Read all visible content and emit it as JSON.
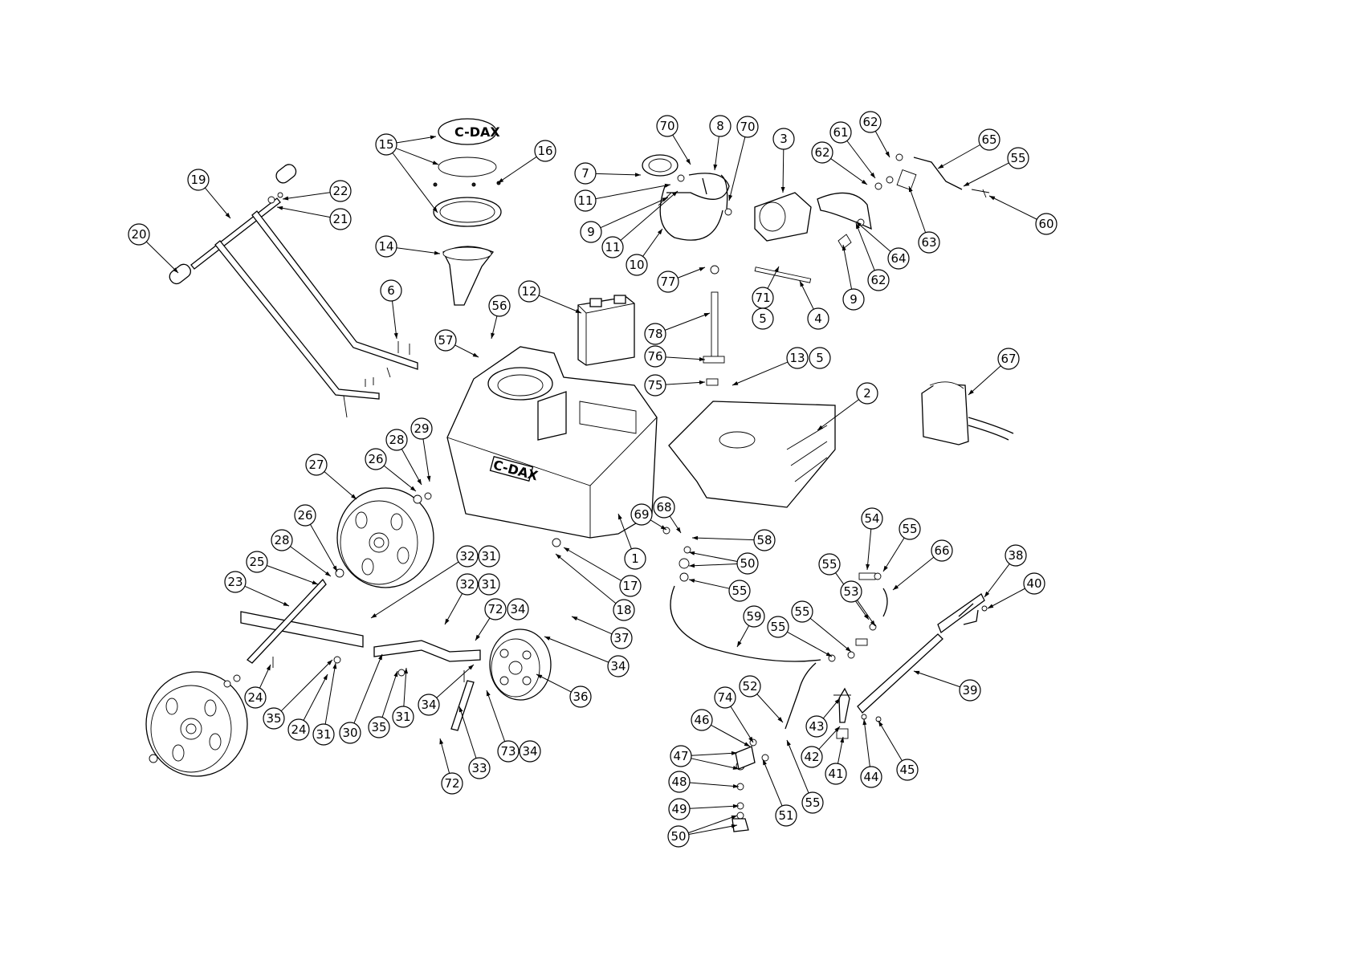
{
  "brand_label": "C-DAX",
  "callout_style": {
    "line_color": "#000000",
    "circle_fill": "#ffffff",
    "text_color": "#000000"
  },
  "callouts": [
    {
      "id": "c15a",
      "label": "15"
    },
    {
      "id": "c16",
      "label": "16"
    },
    {
      "id": "c19",
      "label": "19"
    },
    {
      "id": "c22",
      "label": "22"
    },
    {
      "id": "c21",
      "label": "21"
    },
    {
      "id": "c20",
      "label": "20"
    },
    {
      "id": "c14",
      "label": "14"
    },
    {
      "id": "c6",
      "label": "6"
    },
    {
      "id": "c12",
      "label": "12"
    },
    {
      "id": "c56",
      "label": "56"
    },
    {
      "id": "c57",
      "label": "57"
    },
    {
      "id": "c70a",
      "label": "70"
    },
    {
      "id": "c8",
      "label": "8"
    },
    {
      "id": "c70b",
      "label": "70"
    },
    {
      "id": "c3",
      "label": "3"
    },
    {
      "id": "c7",
      "label": "7"
    },
    {
      "id": "c11a",
      "label": "11"
    },
    {
      "id": "c9a",
      "label": "9"
    },
    {
      "id": "c11b",
      "label": "11"
    },
    {
      "id": "c10",
      "label": "10"
    },
    {
      "id": "c77",
      "label": "77"
    },
    {
      "id": "c78",
      "label": "78"
    },
    {
      "id": "c76",
      "label": "76"
    },
    {
      "id": "c75",
      "label": "75"
    },
    {
      "id": "c71",
      "label": "71"
    },
    {
      "id": "c5a",
      "label": "5"
    },
    {
      "id": "c4",
      "label": "4"
    },
    {
      "id": "c13",
      "label": "13"
    },
    {
      "id": "c5b",
      "label": "5"
    },
    {
      "id": "c2",
      "label": "2"
    },
    {
      "id": "c62a",
      "label": "62"
    },
    {
      "id": "c61",
      "label": "61"
    },
    {
      "id": "c62b",
      "label": "62"
    },
    {
      "id": "c65",
      "label": "65"
    },
    {
      "id": "c55a",
      "label": "55"
    },
    {
      "id": "c60",
      "label": "60"
    },
    {
      "id": "c63",
      "label": "63"
    },
    {
      "id": "c64",
      "label": "64"
    },
    {
      "id": "c62c",
      "label": "62"
    },
    {
      "id": "c9b",
      "label": "9"
    },
    {
      "id": "c67",
      "label": "67"
    },
    {
      "id": "c27",
      "label": "27"
    },
    {
      "id": "c26a",
      "label": "26"
    },
    {
      "id": "c28a",
      "label": "28"
    },
    {
      "id": "c29",
      "label": "29"
    },
    {
      "id": "c26b",
      "label": "26"
    },
    {
      "id": "c28b",
      "label": "28"
    },
    {
      "id": "c25",
      "label": "25"
    },
    {
      "id": "c23",
      "label": "23"
    },
    {
      "id": "c24a",
      "label": "24"
    },
    {
      "id": "c35a",
      "label": "35"
    },
    {
      "id": "c24b",
      "label": "24"
    },
    {
      "id": "c31a",
      "label": "31"
    },
    {
      "id": "c30",
      "label": "30"
    },
    {
      "id": "c35b",
      "label": "35"
    },
    {
      "id": "c31b",
      "label": "31"
    },
    {
      "id": "c32a",
      "label": "32"
    },
    {
      "id": "c31c",
      "label": "31"
    },
    {
      "id": "c32b",
      "label": "32"
    },
    {
      "id": "c31d",
      "label": "31"
    },
    {
      "id": "c72a",
      "label": "72"
    },
    {
      "id": "c34a",
      "label": "34"
    },
    {
      "id": "c37",
      "label": "37"
    },
    {
      "id": "c34b",
      "label": "34"
    },
    {
      "id": "c36",
      "label": "36"
    },
    {
      "id": "c34c",
      "label": "34"
    },
    {
      "id": "c33",
      "label": "33"
    },
    {
      "id": "c73",
      "label": "73"
    },
    {
      "id": "c34d",
      "label": "34"
    },
    {
      "id": "c72b",
      "label": "72"
    },
    {
      "id": "c1",
      "label": "1"
    },
    {
      "id": "c17",
      "label": "17"
    },
    {
      "id": "c18",
      "label": "18"
    },
    {
      "id": "c69",
      "label": "69"
    },
    {
      "id": "c68",
      "label": "68"
    },
    {
      "id": "c58",
      "label": "58"
    },
    {
      "id": "c50a",
      "label": "50"
    },
    {
      "id": "c55b",
      "label": "55"
    },
    {
      "id": "c54",
      "label": "54"
    },
    {
      "id": "c55c",
      "label": "55"
    },
    {
      "id": "c66",
      "label": "66"
    },
    {
      "id": "c55d",
      "label": "55"
    },
    {
      "id": "c53",
      "label": "53"
    },
    {
      "id": "c55e",
      "label": "55"
    },
    {
      "id": "c55f",
      "label": "55"
    },
    {
      "id": "c59",
      "label": "59"
    },
    {
      "id": "c38",
      "label": "38"
    },
    {
      "id": "c40",
      "label": "40"
    },
    {
      "id": "c39",
      "label": "39"
    },
    {
      "id": "c52",
      "label": "52"
    },
    {
      "id": "c74",
      "label": "74"
    },
    {
      "id": "c46",
      "label": "46"
    },
    {
      "id": "c43",
      "label": "43"
    },
    {
      "id": "c42",
      "label": "42"
    },
    {
      "id": "c41",
      "label": "41"
    },
    {
      "id": "c44",
      "label": "44"
    },
    {
      "id": "c45",
      "label": "45"
    },
    {
      "id": "c47",
      "label": "47"
    },
    {
      "id": "c48",
      "label": "48"
    },
    {
      "id": "c49",
      "label": "49"
    },
    {
      "id": "c50b",
      "label": "50"
    },
    {
      "id": "c51",
      "label": "51"
    },
    {
      "id": "c55g",
      "label": "55"
    }
  ]
}
